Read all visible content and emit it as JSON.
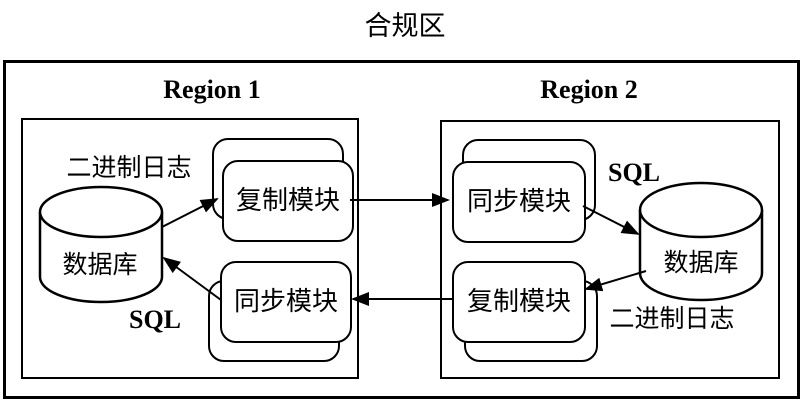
{
  "title": "合规区",
  "regions": [
    {
      "name": "Region 1",
      "modules": [
        {
          "label": "复制模块"
        },
        {
          "label": "同步模块"
        }
      ],
      "database": {
        "label": "数据库",
        "log_label": "二进制日志",
        "sql_label": "SQL"
      }
    },
    {
      "name": "Region 2",
      "modules": [
        {
          "label": "同步模块"
        },
        {
          "label": "复制模块"
        }
      ],
      "database": {
        "label": "数据库",
        "log_label": "二进制日志",
        "sql_label": "SQL"
      }
    }
  ],
  "colors": {
    "line": "#000000",
    "background": "#ffffff"
  }
}
